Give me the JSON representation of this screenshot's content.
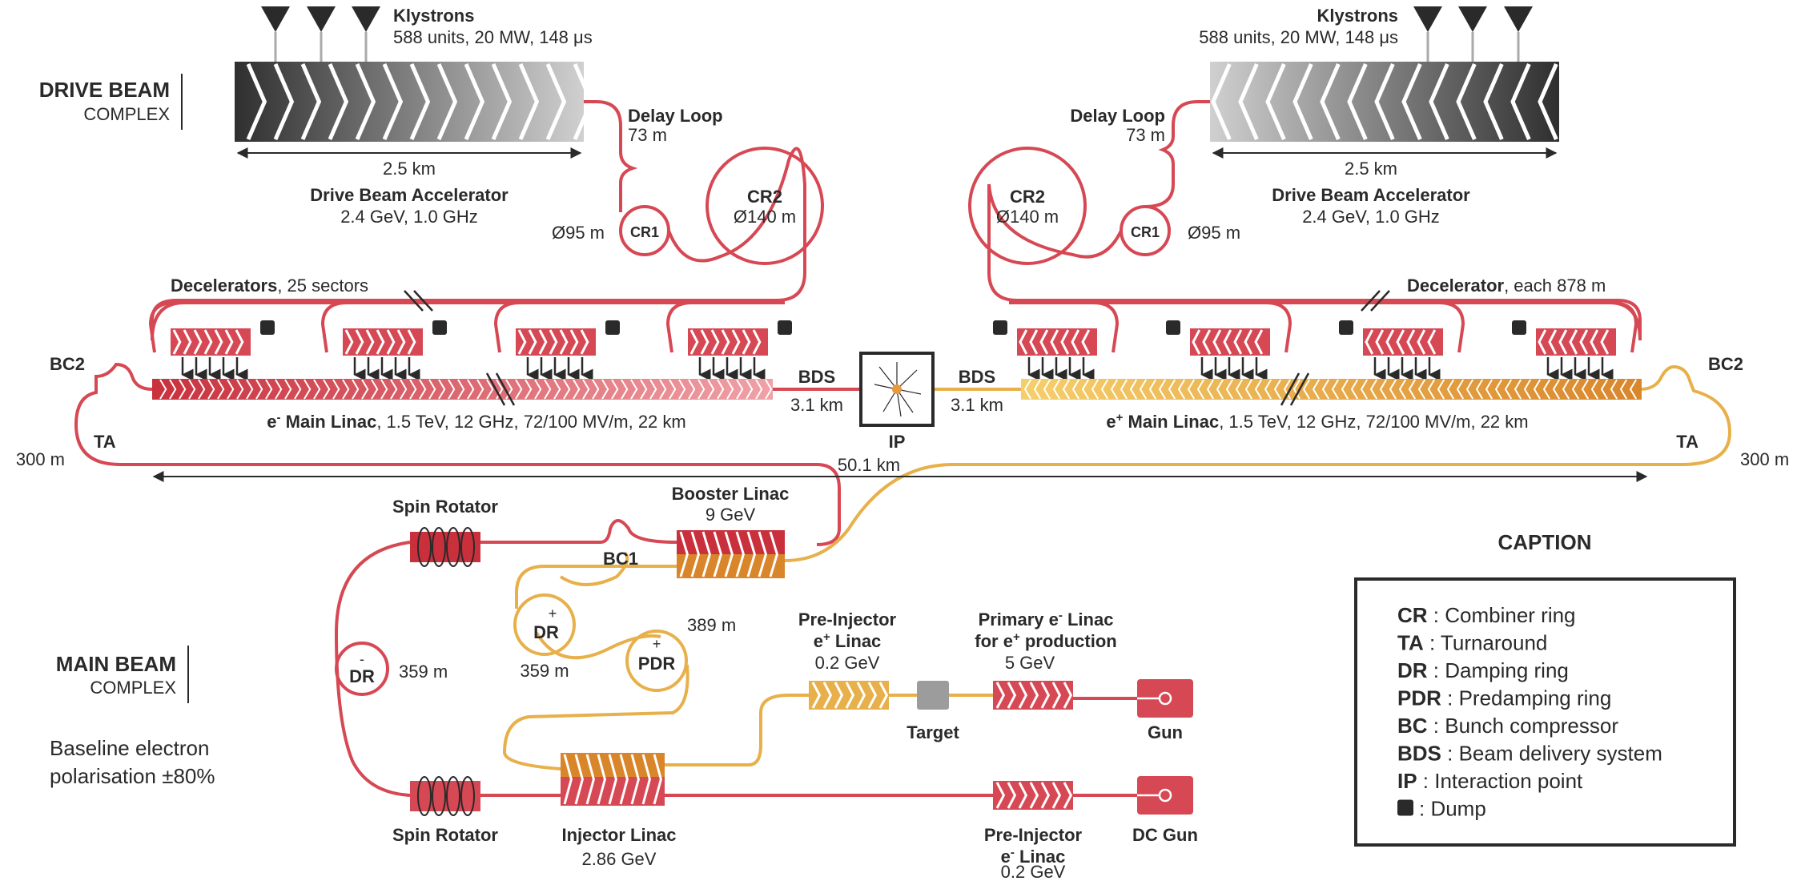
{
  "drive_beam": {
    "section_title": "DRIVE BEAM",
    "section_subtitle": "COMPLEX",
    "klystrons_left": {
      "title": "Klystrons",
      "spec": "588 units, 20 MW, 148 μs"
    },
    "klystrons_right": {
      "title": "Klystrons",
      "spec": "588 units, 20 MW, 148 μs"
    },
    "accelerator_left": {
      "length": "2.5 km",
      "title": "Drive Beam Accelerator",
      "spec": "2.4 GeV, 1.0 GHz"
    },
    "accelerator_right": {
      "length": "2.5 km",
      "title": "Drive Beam Accelerator",
      "spec": "2.4 GeV, 1.0 GHz"
    },
    "delay_loop_left": {
      "title": "Delay Loop",
      "length": "73 m"
    },
    "delay_loop_right": {
      "title": "Delay Loop",
      "length": "73 m"
    },
    "cr1_left": {
      "label": "CR1",
      "diameter": "Ø95 m"
    },
    "cr2_left": {
      "label": "CR2",
      "diameter": "Ø140 m"
    },
    "cr1_right": {
      "label": "CR1",
      "diameter": "Ø95 m"
    },
    "cr2_right": {
      "label": "CR2",
      "diameter": "Ø140 m"
    },
    "decelerators_left": {
      "title": "Decelerators",
      "detail": ", 25 sectors"
    },
    "decelerators_right": {
      "title": "Decelerator",
      "detail": ", each 878 m"
    }
  },
  "main_linac": {
    "bc2_left": "BC2",
    "bc2_right": "BC2",
    "ta_left": "TA",
    "ta_right": "TA",
    "turnaround_left": "300 m",
    "turnaround_right": "300 m",
    "electron": {
      "prefix": "e",
      "sup": "-",
      "title": " Main Linac",
      "spec": ", 1.5 TeV, 12 GHz, 72/100 MV/m, 22 km"
    },
    "positron": {
      "prefix": "e",
      "sup": "+",
      "title": " Main Linac",
      "spec": ", 1.5 TeV, 12 GHz, 72/100 MV/m, 22 km"
    },
    "bds_left": {
      "title": "BDS",
      "length": "3.1 km"
    },
    "bds_right": {
      "title": "BDS",
      "length": "3.1 km"
    },
    "ip": "IP",
    "total_length": "50.1 km"
  },
  "main_beam": {
    "section_title": "MAIN BEAM",
    "section_subtitle": "COMPLEX",
    "polarisation_line1": "Baseline electron",
    "polarisation_line2": "polarisation ±80%",
    "spin_rotator_top": "Spin Rotator",
    "spin_rotator_bottom": "Spin Rotator",
    "booster": {
      "title": "Booster Linac",
      "spec": "9 GeV"
    },
    "bc1": "BC1",
    "dr_electron": {
      "sup": "-",
      "label": "DR",
      "length": "359 m"
    },
    "dr_positron": {
      "sup": "+",
      "label": "DR",
      "length": "359 m"
    },
    "pdr": {
      "sup": "+",
      "label": "PDR",
      "length": "389 m"
    },
    "pre_injector_positron": {
      "line1": "Pre-Injector",
      "line2_prefix": "e",
      "line2_sup": "+",
      "line2_suffix": " Linac",
      "spec": "0.2 GeV"
    },
    "target": "Target",
    "primary_linac": {
      "line1_prefix": "Primary e",
      "line1_sup": "-",
      "line1_suffix": " Linac",
      "line2_prefix": "for e",
      "line2_sup": "+",
      "line2_suffix": " production",
      "spec": "5 GeV"
    },
    "gun": "Gun",
    "injector": {
      "title": "Injector Linac",
      "spec": "2.86 GeV"
    },
    "pre_injector_electron": {
      "line1": "Pre-Injector",
      "line2_prefix": "e",
      "line2_sup": "-",
      "line2_suffix": " Linac",
      "spec": "0.2 GeV"
    },
    "dc_gun": "DC Gun"
  },
  "caption": {
    "title": "CAPTION",
    "items": [
      {
        "abbr": "CR",
        "text": " : Combiner ring"
      },
      {
        "abbr": "TA",
        "text": " : Turnaround"
      },
      {
        "abbr": "DR",
        "text": " : Damping ring"
      },
      {
        "abbr": "PDR",
        "text": " : Predamping ring"
      },
      {
        "abbr": "BC",
        "text": " : Bunch compressor"
      },
      {
        "abbr": "BDS",
        "text": " : Beam delivery system"
      },
      {
        "abbr": "IP",
        "text": " : Interaction point"
      },
      {
        "abbr": "",
        "text": " : Dump"
      }
    ]
  },
  "colors": {
    "electron_red": "#d64853",
    "positron_yellow": "#e7b04a",
    "positron_orange": "#d9862b",
    "drive_beam_dark": "#3a3a3a",
    "text": "#2a2a2a"
  }
}
